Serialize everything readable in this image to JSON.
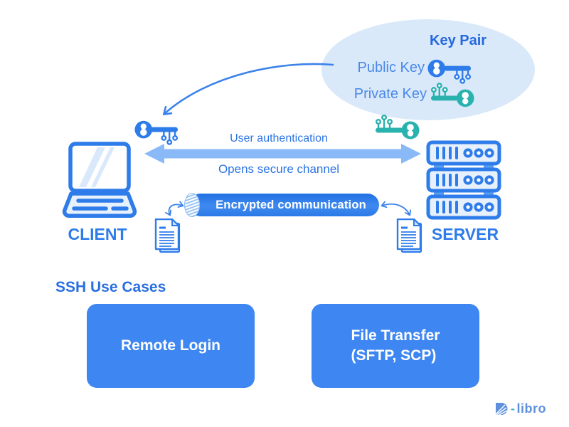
{
  "colors": {
    "primary_blue": "#2e7ce9",
    "heading_blue": "#2a6fe0",
    "label_blue": "#4b88e9",
    "bubble_bg": "#d9e9f9",
    "channel_arrow_fill": "#8ab9f7",
    "teal": "#29b2ae",
    "card_bg": "#3e86f1",
    "icon_light_fill": "#e7f0fd",
    "tube_blue": "#2b79e6",
    "logo_blue": "#5e90dd"
  },
  "key_pair": {
    "title": "Key Pair",
    "public_label": "Public Key",
    "private_label": "Private Key"
  },
  "client": {
    "label": "CLIENT"
  },
  "server": {
    "label": "SERVER"
  },
  "channel": {
    "auth_label": "User authentication",
    "open_label": "Opens secure channel",
    "tube_label": "Encrypted communication"
  },
  "use_cases": {
    "heading": "SSH Use Cases",
    "remote_login_label": "Remote Login",
    "file_transfer_line1": "File Transfer",
    "file_transfer_line2": "(SFTP, SCP)"
  },
  "logo": {
    "d": "D",
    "hyphen": "-",
    "name": "libro"
  },
  "icons": {
    "public_key": "key-icon-blue",
    "private_key": "key-icon-teal",
    "client": "laptop-icon",
    "server": "server-rack-icon",
    "documents": "document-icon",
    "channel": "double-arrow",
    "tube": "cylinder-pipe"
  }
}
